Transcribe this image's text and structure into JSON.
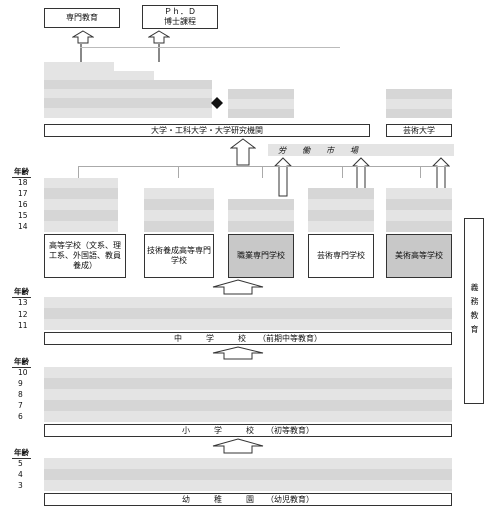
{
  "top": {
    "specialized_education": "専門教育",
    "phd_line1": "Ｐｈ．Ｄ",
    "phd_line2": "博士課程"
  },
  "university": {
    "label": "大学・工科大学・大学研究機関",
    "arts_label": "芸術大学"
  },
  "labor_market": "労　　働　　市　　場",
  "ages": {
    "header": "年齢",
    "upper": [
      "18",
      "17",
      "16",
      "15",
      "14"
    ],
    "middle": [
      "13",
      "12",
      "11"
    ],
    "primary": [
      "10",
      "9",
      "8",
      "7",
      "6"
    ],
    "preschool": [
      "5",
      "4",
      "3"
    ]
  },
  "secondary_schools": [
    "高等学校（文系、理工系、外国語、教員養成）",
    "技術養成高等専門学校",
    "職業専門学校",
    "芸術専門学校",
    "美術高等学校"
  ],
  "compulsory": "義務教育",
  "stages": {
    "middle_school": "中　　　学　　　校　　（前期中等教育）",
    "primary_school": "小　　　学　　　校　　（初等教育）",
    "kindergarten": "幼　　　稚　　　園　　（幼児教育）"
  }
}
